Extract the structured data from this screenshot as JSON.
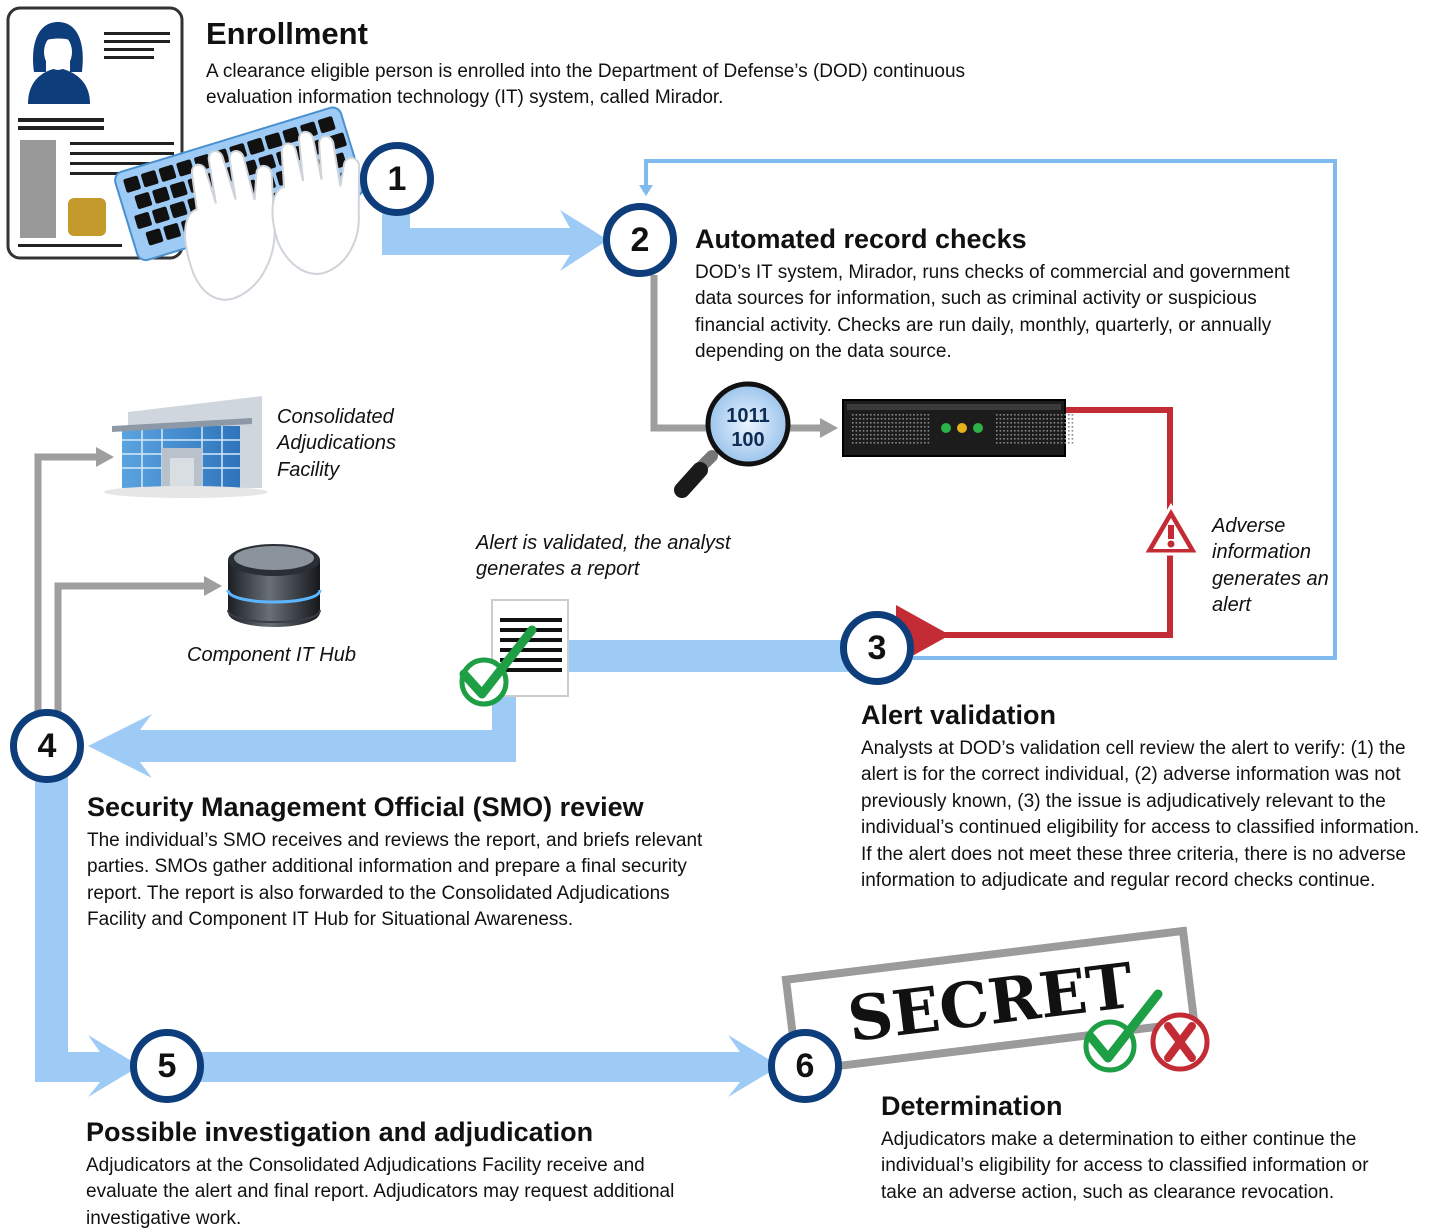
{
  "steps": [
    {
      "number": "1",
      "title": "Enrollment",
      "description": "A clearance eligible person is enrolled into the Department of Defense’s (DOD) continuous evaluation information technology (IT) system, called Mirador."
    },
    {
      "number": "2",
      "title": "Automated record checks",
      "description": "DOD’s IT system, Mirador, runs checks of commercial and government data sources for information, such as criminal activity or suspicious financial activity. Checks are run daily, monthly, quarterly, or annually depending on the data source."
    },
    {
      "number": "3",
      "title": "Alert validation",
      "description": "Analysts at DOD’s validation cell review the alert to verify: (1) the alert is for the correct individual, (2) adverse information was not previously known, (3) the issue is adjudicatively relevant to the individual’s continued eligibility for access to classified information. If the alert does not meet these three criteria, there is no adverse information to adjudicate and regular record checks continue."
    },
    {
      "number": "4",
      "title": "Security Management Official (SMO) review",
      "description": "The individual’s SMO receives and reviews the report, and briefs relevant parties. SMOs gather additional information and prepare a final security report. The report is also forwarded to the Consolidated Adjudications Facility and Component IT Hub for Situational Awareness."
    },
    {
      "number": "5",
      "title": "Possible investigation and adjudication",
      "description": "Adjudicators at the Consolidated Adjudications Facility receive and evaluate the alert and final report. Adjudicators may request additional investigative work."
    },
    {
      "number": "6",
      "title": "Determination",
      "description": "Adjudicators make a determination to either continue the individual’s eligibility for access to classified information or take an adverse action, such as clearance revocation."
    }
  ],
  "annotations": {
    "caf": "Consolidated Adjudications Facility",
    "hub": "Component IT Hub",
    "report": "Alert is validated, the analyst generates a report",
    "adverse": "Adverse information generates an alert"
  },
  "icons": {
    "stamp_text": "SECRET",
    "binary_top": "1011",
    "binary_bottom": "100",
    "person_card": "id-card-icon",
    "keyboard": "keyboard-icon",
    "magnifier": "magnifier-icon",
    "server": "server-icon",
    "warning": "warning-icon",
    "building": "building-icon",
    "database": "database-icon",
    "document": "report-document-icon",
    "check": "check-icon",
    "reject": "x-icon"
  },
  "colors": {
    "flow_blue": "#9ecbf6",
    "loop_blue": "#7fbbee",
    "badge_navy": "#0d3d7a",
    "connector_gray": "#9e9e9e",
    "alert_red": "#c32c35",
    "check_green": "#1e9e45"
  }
}
